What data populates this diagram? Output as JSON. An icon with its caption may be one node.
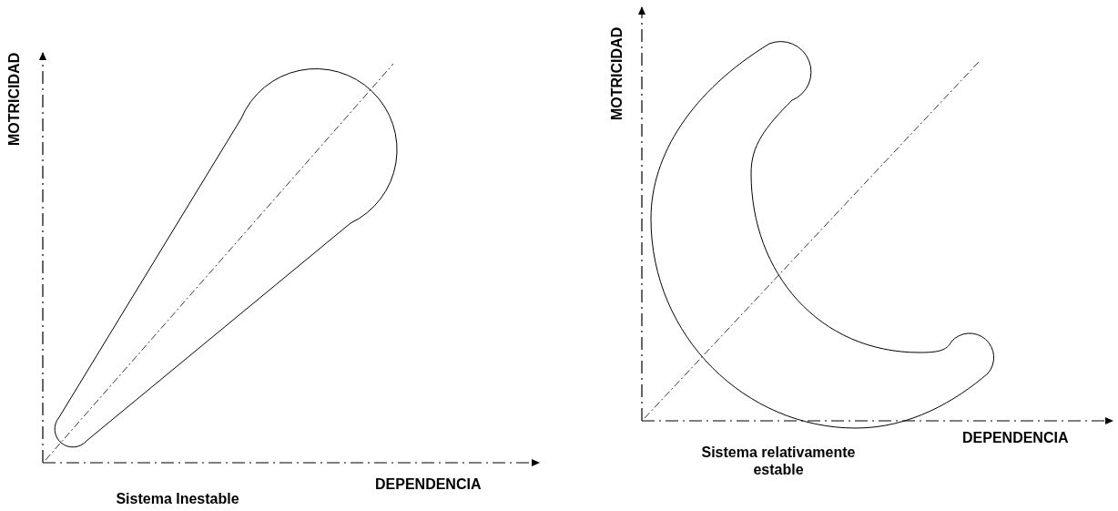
{
  "diagram": {
    "labels": [
      "MOTRICIDAD",
      "DEPENDENCIA",
      "Sistema Inestable",
      "MOTRICIDAD",
      "DEPENDENCIA",
      "Sistema relativamente estable"
    ]
  }
}
